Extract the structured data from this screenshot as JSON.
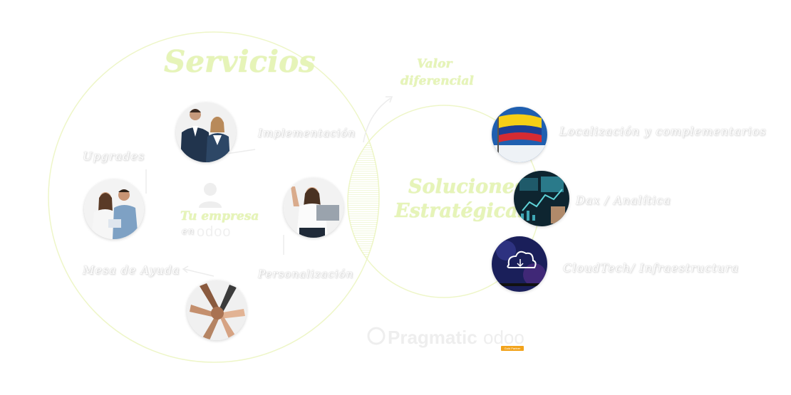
{
  "titles": {
    "servicios": "Servicios",
    "valor_diferencial_1": "Valor",
    "valor_diferencial_2": "diferencial",
    "soluciones_1": "Soluciones",
    "soluciones_2": "Estratégicas"
  },
  "center": {
    "line1": "Tu empresa",
    "line2": "en",
    "logo": "odoo"
  },
  "services": {
    "implementacion": "Implementación",
    "upgrades": "Upgrades",
    "personalizacion": "Personalización",
    "mesa_ayuda": "Mesa de Ayuda"
  },
  "solutions": {
    "localizacion": "Localización y complementarios",
    "data": "Dax / Analítica",
    "cloud": "CloudTech/ Infraestructura"
  },
  "brand": {
    "pragmatic": "Pragmatic",
    "odoo": "odoo",
    "badge": "Gold Partner"
  },
  "colors": {
    "circle_stroke": "#eef6c8",
    "accent_green": "#e6f4b8",
    "badge": "#f2a31b"
  }
}
